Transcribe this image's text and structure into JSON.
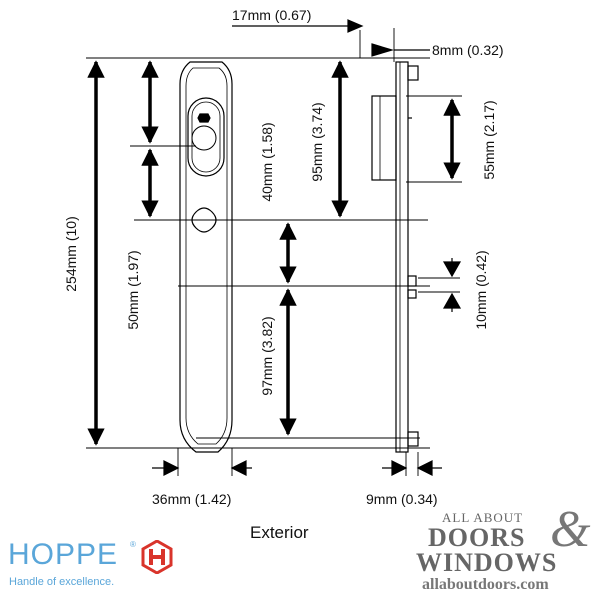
{
  "dimensions": {
    "top_offset": "17mm (0.67)",
    "plate_thickness": "8mm (0.32)",
    "cylinder_height": "55mm (2.17)",
    "overall_height": "254mm (10)",
    "upper_section": "50mm (1.97)",
    "cylinder_to_spindle": "40mm (1.58)",
    "top_to_spindle": "95mm (3.74)",
    "post_spacing": "10mm (0.42)",
    "spindle_to_bottom": "97mm (3.82)",
    "plate_width": "36mm (1.42)",
    "depth": "9mm (0.34)"
  },
  "caption": "Exterior",
  "hoppe": {
    "wordmark": "HOPPE",
    "tm": "®",
    "tagline": "Handle of excellence.",
    "color": "#5aa6d9",
    "mark_color": "#d9342b"
  },
  "watermark": {
    "line1": "ALL ABOUT",
    "line2": "DOORS",
    "ampersand": "&",
    "line3": "WINDOWS",
    "url": "allaboutdoors.com"
  }
}
